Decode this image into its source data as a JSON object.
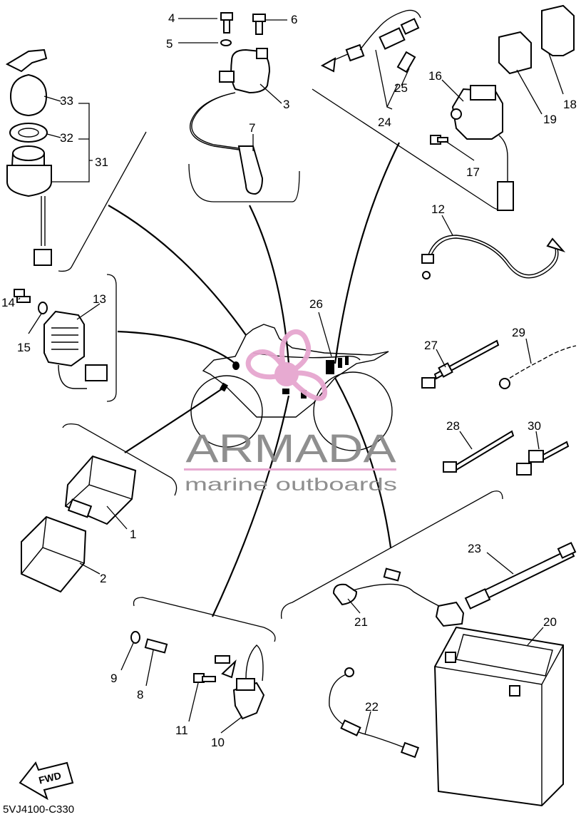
{
  "diagram": {
    "drawing_code": "5VJ4100-C330",
    "fwd_label": "FWD",
    "callouts": [
      "1",
      "2",
      "3",
      "4",
      "5",
      "6",
      "7",
      "8",
      "9",
      "10",
      "11",
      "12",
      "13",
      "14",
      "15",
      "16",
      "17",
      "18",
      "19",
      "20",
      "21",
      "22",
      "23",
      "24",
      "25",
      "26",
      "27",
      "28",
      "29",
      "30",
      "31",
      "32",
      "33"
    ]
  },
  "watermark": {
    "brand": "ARMADA",
    "tagline": "marine outboards",
    "colors": {
      "text": "#8a8a8a",
      "accent": "#e6a6cf"
    }
  }
}
